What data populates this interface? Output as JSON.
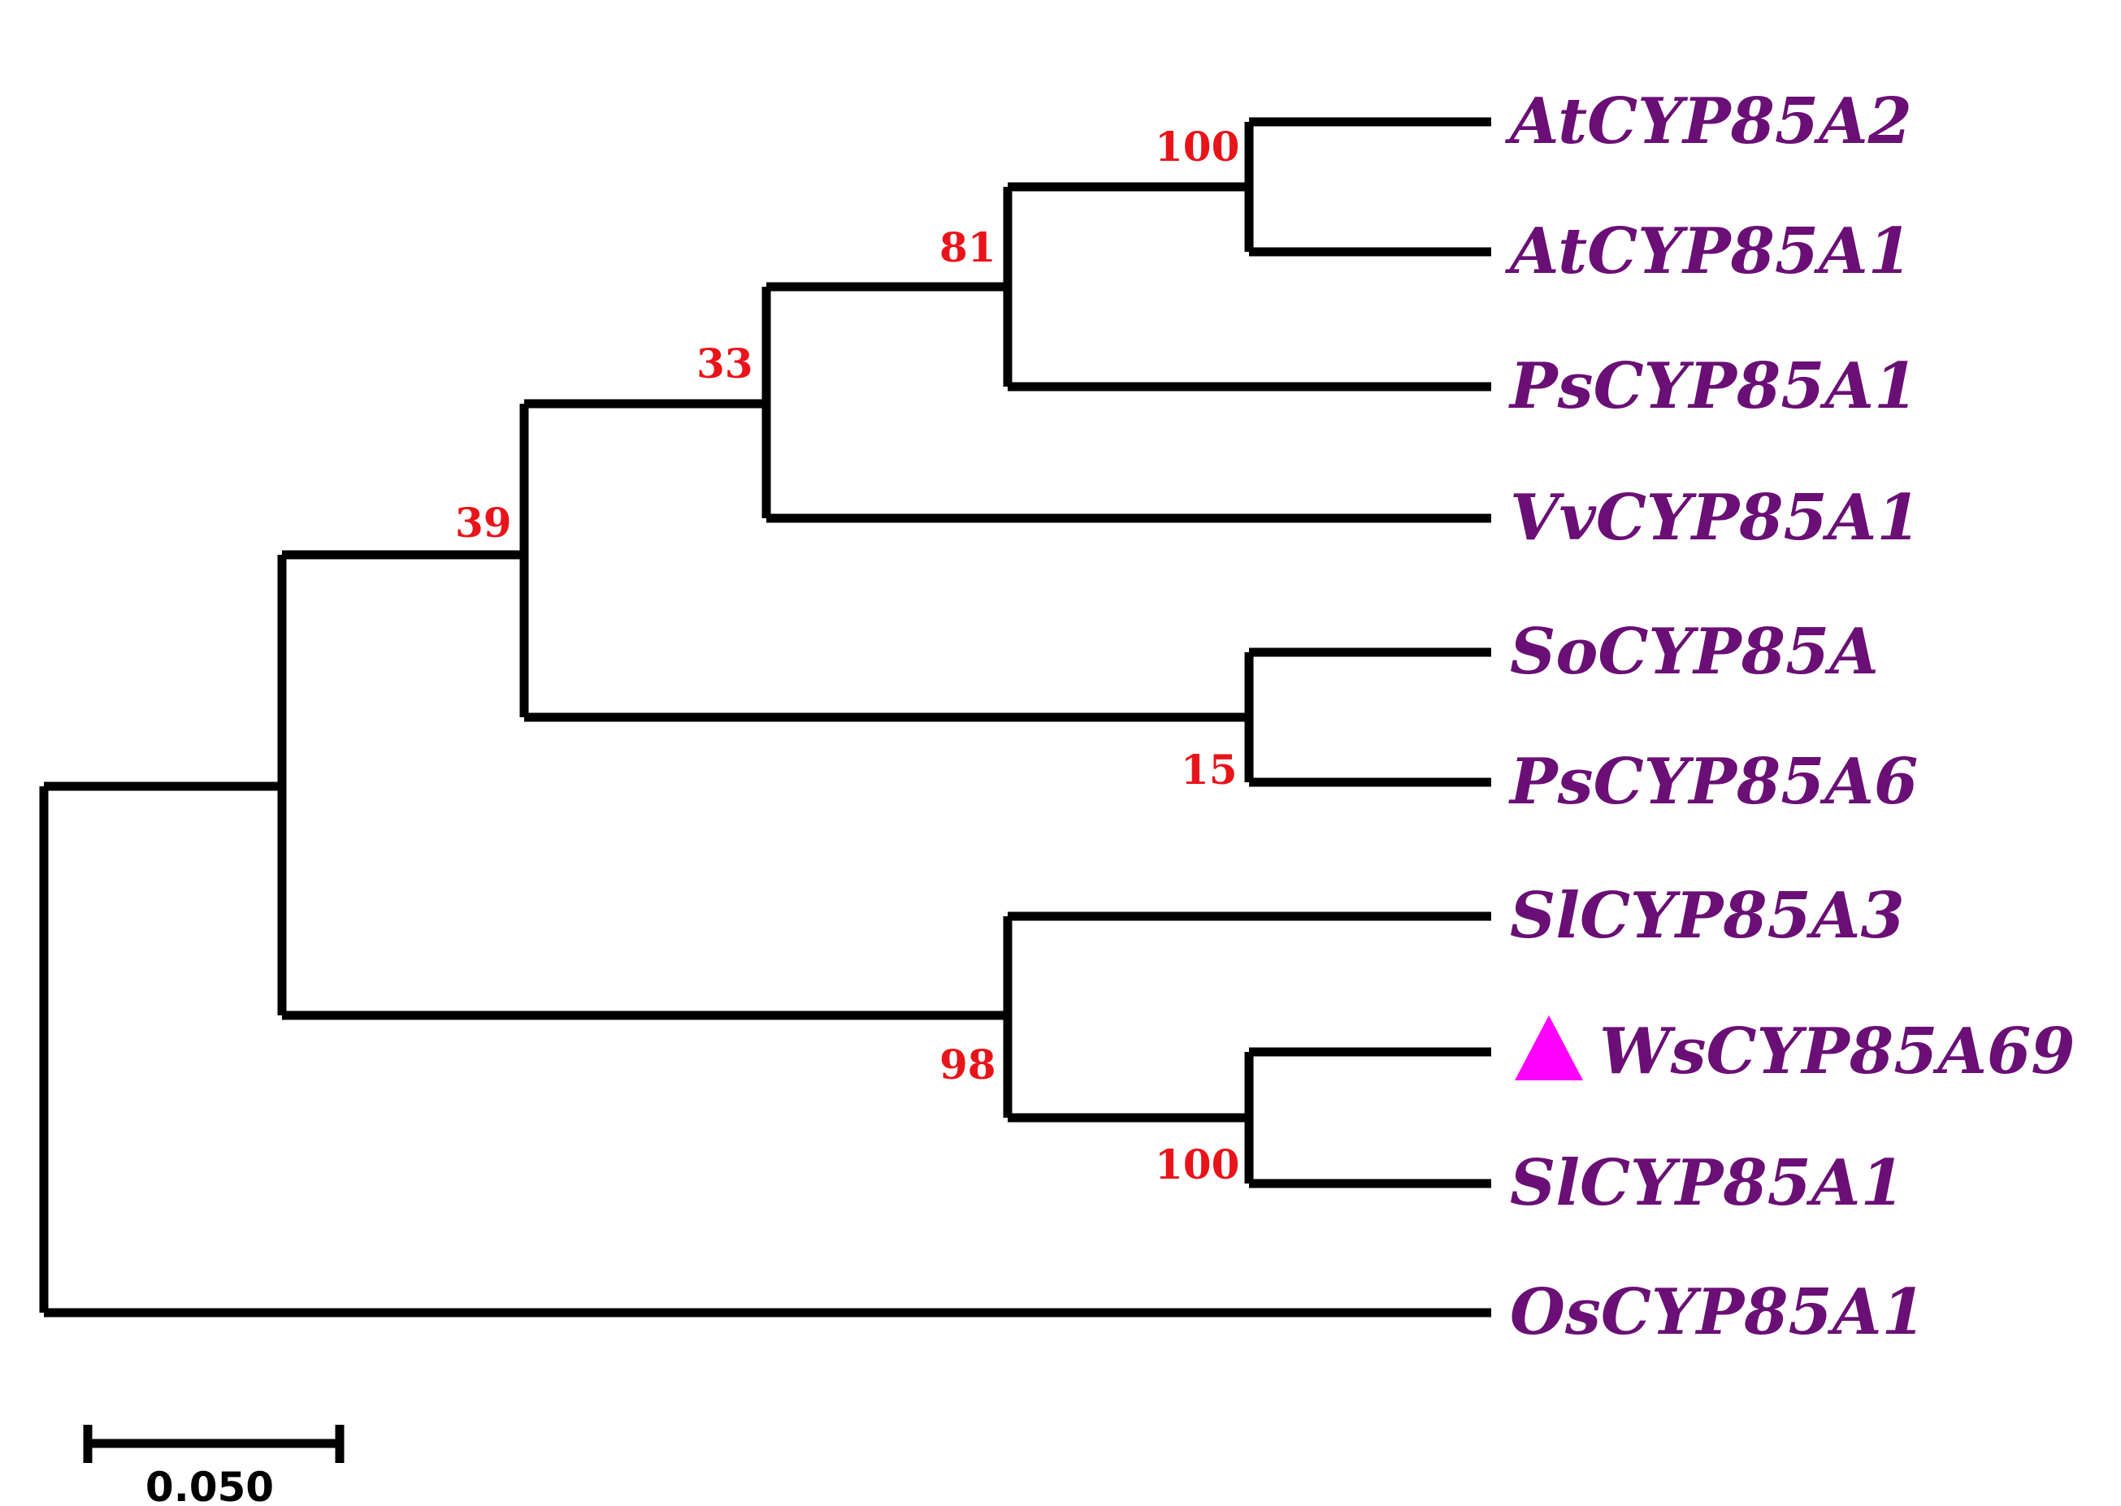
{
  "colors": {
    "branch": "#000000",
    "taxon_label": "#6a0f75",
    "bootstrap_label": "#e8141a",
    "marker": "#ff00ff"
  },
  "taxa": [
    {
      "id": "at85a2",
      "label": "AtCYP85A2"
    },
    {
      "id": "at85a1",
      "label": "AtCYP85A1"
    },
    {
      "id": "ps85a1",
      "label": "PsCYP85A1"
    },
    {
      "id": "vv85a1",
      "label": "VvCYP85A1"
    },
    {
      "id": "so85a",
      "label": "SoCYP85A"
    },
    {
      "id": "ps85a6",
      "label": "PsCYP85A6"
    },
    {
      "id": "sl85a3",
      "label": "SlCYP85A3"
    },
    {
      "id": "ws85a69",
      "label": "WsCYP85A69",
      "marker": "triangle"
    },
    {
      "id": "sl85a1",
      "label": "SlCYP85A1"
    },
    {
      "id": "os85a1",
      "label": "OsCYP85A1"
    }
  ],
  "bootstrap_values": [
    {
      "node": "at85a2-at85a1",
      "value": "100"
    },
    {
      "node": "at-ps",
      "value": "81"
    },
    {
      "node": "at-ps-vv",
      "value": "33"
    },
    {
      "node": "upper-clade",
      "value": "39"
    },
    {
      "node": "so-ps85a6",
      "value": "15"
    },
    {
      "node": "sl-ws-clade",
      "value": "98"
    },
    {
      "node": "ws-sl85a1",
      "value": "100"
    }
  ],
  "scale_bar": {
    "label": "0.050"
  }
}
